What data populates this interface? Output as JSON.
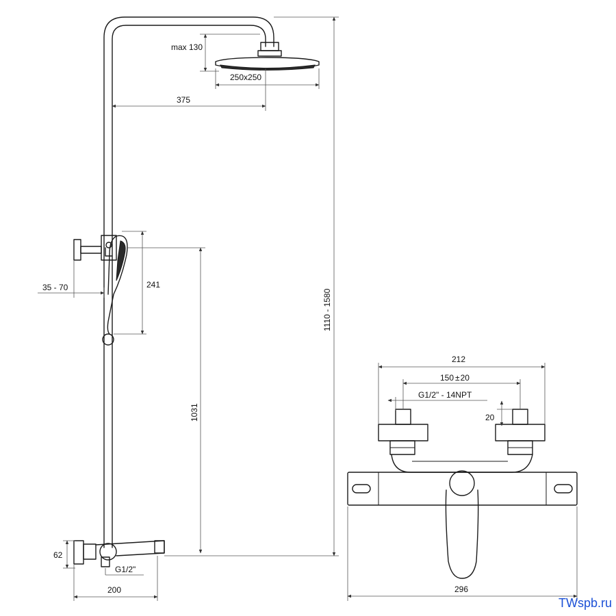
{
  "dimensions": {
    "head_height": "max 130",
    "head_size": "250x250",
    "arm_reach": "375",
    "overall_height": "1110 - 1580",
    "wall_offset": "35 - 70",
    "hand_shower": "241",
    "outlet_height": "1031",
    "base_height": "62",
    "spout_depth": "200",
    "inlet_thread": "G1/2\"",
    "mixer_overall": "212",
    "mixer_centers": "150",
    "mixer_centers_tol": "±",
    "mixer_centers_tol_value": "20",
    "inlet_connection": "G1/2\" - 14NPT",
    "connection_depth": "20",
    "mixer_width": "296"
  },
  "watermark": "TWspb.ru"
}
